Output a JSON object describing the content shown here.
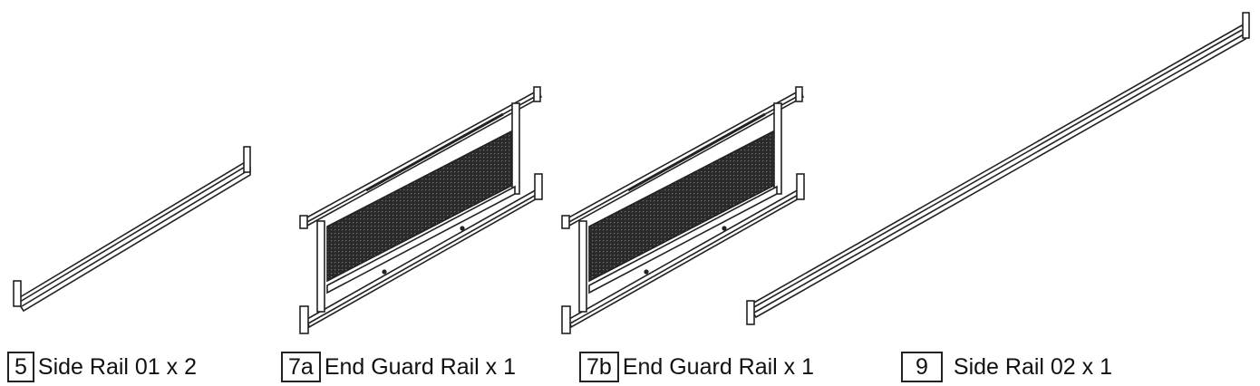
{
  "parts": [
    {
      "number": "5",
      "name": "Side Rail 01 x 2"
    },
    {
      "number": "7a",
      "name": "End Guard Rail x 1"
    },
    {
      "number": "7b",
      "name": "End Guard Rail x 1"
    },
    {
      "number": "9",
      "name": "Side Rail 02 x 1"
    }
  ],
  "colors": {
    "line": "#222222",
    "mesh": "#2a2a2a"
  }
}
